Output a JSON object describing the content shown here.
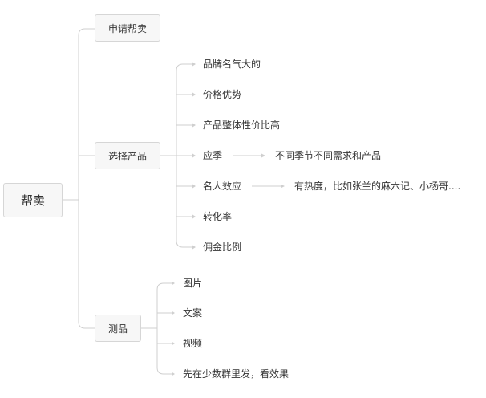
{
  "root": {
    "label": "帮卖"
  },
  "branches": [
    {
      "label": "申请帮卖",
      "children": []
    },
    {
      "label": "选择产品",
      "children": [
        {
          "label": "品牌名气大的"
        },
        {
          "label": "价格优势"
        },
        {
          "label": "产品整体性价比高"
        },
        {
          "label": "应季",
          "note": "不同季节不同需求和产品"
        },
        {
          "label": "名人效应",
          "note": "有热度，比如张兰的麻六记、小杨哥...."
        },
        {
          "label": "转化率"
        },
        {
          "label": "佣金比例"
        }
      ]
    },
    {
      "label": "测品",
      "children": [
        {
          "label": "图片"
        },
        {
          "label": "文案"
        },
        {
          "label": "视频"
        },
        {
          "label": "先在少数群里发，看效果"
        }
      ]
    }
  ],
  "colors": {
    "line": "#cfcfcf",
    "node_fill": "#f7f7f7",
    "node_border": "#d6d6d6",
    "text": "#333333"
  }
}
